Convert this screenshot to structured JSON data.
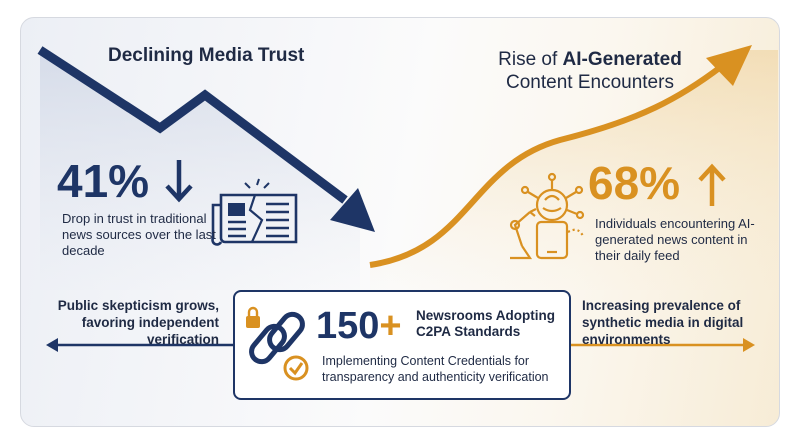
{
  "left": {
    "title": "Declining Media Trust",
    "stat_value": "41%",
    "stat_arrow": "down-arrow-icon",
    "description": "Drop in trust in traditional news sources over the last decade",
    "icon": "broken-newspaper-icon",
    "side_note": "Public skepticism grows, favoring independent verification"
  },
  "right": {
    "title_prefix": "Rise of ",
    "title_bold": "AI-Generated",
    "title_line2": "Content Encounters",
    "stat_value": "68%",
    "stat_arrow": "up-arrow-icon",
    "description": "Individuals encountering AI-generated news content in their daily feed",
    "icon": "robot-arm-brain-device-icon",
    "side_note": "Increasing prevalence of synthetic media in digital environments"
  },
  "center": {
    "stat_value": "150",
    "stat_plus": "+",
    "title": "Newsrooms Adopting C2PA Standards",
    "description": "Implementing Content Credentials for transparency and authenticity verification",
    "icon": "chain-link-lock-check-icon"
  },
  "colors": {
    "navy": "#1e3566",
    "gold": "#d99121"
  }
}
